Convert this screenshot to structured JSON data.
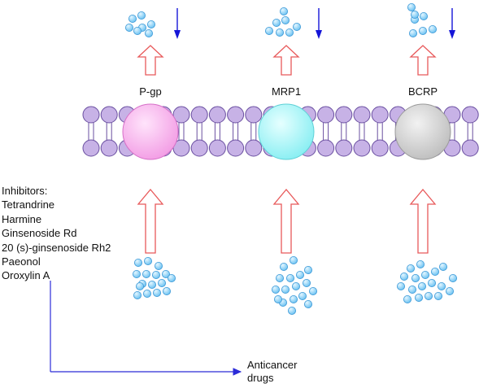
{
  "transporters": [
    {
      "name": "P-gp",
      "color": "#f5a6e8",
      "stroke": "#d66fc7"
    },
    {
      "name": "MRP1",
      "color": "#a6f2f4",
      "stroke": "#5ed0d6"
    },
    {
      "name": "BCRP",
      "color": "#cccccc",
      "stroke": "#9a9a9a"
    }
  ],
  "inhibitors": {
    "title": "Inhibitors:",
    "items": [
      "Tetrandrine",
      "Harmine",
      "Ginsenoside Rd",
      "20 (s)-ginsenoside Rh2",
      "Paeonol",
      "Oroxylin A"
    ]
  },
  "target": {
    "line1": "Anticancer",
    "line2": "drugs"
  },
  "colors": {
    "lipid_head": "#c7b2e6",
    "lipid_stroke": "#6a4fa0",
    "drug": "#8fd3f7",
    "drug_stroke": "#3a97d6",
    "efflux_arrow": "#e8595a",
    "down_arrow": "#1515d8",
    "inhibit_line": "#2b2bd8"
  }
}
